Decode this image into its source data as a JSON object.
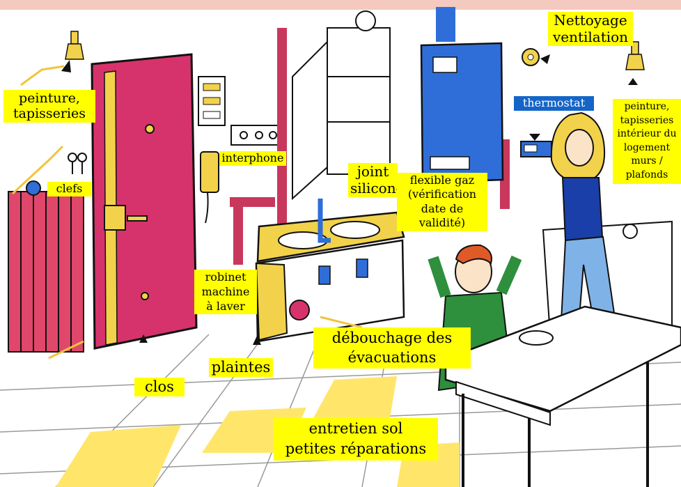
{
  "labels": {
    "peinture_left": [
      "peinture,",
      "tapisseries"
    ],
    "clefs": [
      "clefs"
    ],
    "interphone": [
      "interphone"
    ],
    "joint_silicone": [
      "joint",
      "silicone"
    ],
    "flexible_gaz": [
      "flexible gaz",
      "(vérification",
      "date de",
      "validité)"
    ],
    "thermostat": [
      "thermostat"
    ],
    "nettoyage_ventilation": [
      "Nettoyage",
      "ventilation"
    ],
    "peinture_right": [
      "peinture,",
      "tapisseries",
      "intérieur du",
      "logement",
      "murs /",
      "plafonds"
    ],
    "robinet": [
      "robinet",
      "machine",
      "à laver"
    ],
    "debouchage": [
      "débouchage des",
      "évacuations"
    ],
    "plaintes": [
      "plaintes"
    ],
    "clos": [
      "clos"
    ],
    "entretien": [
      "entretien sol",
      "petites réparations"
    ]
  },
  "icons": [
    "paintbrush-icon",
    "keys-icon",
    "fan-icon",
    "paintbrush-icon"
  ],
  "colors": {
    "label_bg": "#ffff00",
    "thermostat_bg": "#1565c8",
    "door": "#d6336c",
    "pipes": "#c8385c",
    "boiler": "#2f6ed8",
    "floor_tile": "#ffe66b"
  }
}
